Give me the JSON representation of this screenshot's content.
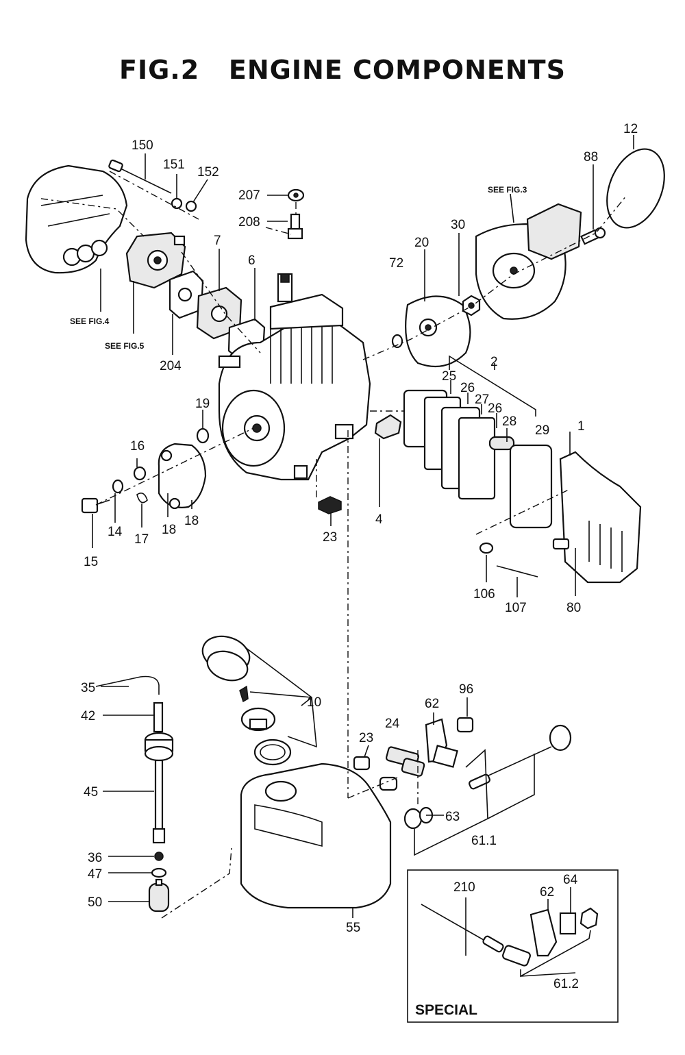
{
  "title": "FIG.2   ENGINE COMPONENTS",
  "refs": {
    "fig3": "SEE FIG.3",
    "fig4": "SEE FIG.4",
    "fig5": "SEE FIG.5"
  },
  "special_label": "SPECIAL",
  "parts": {
    "p12": "12",
    "p88": "88",
    "p150": "150",
    "p151": "151",
    "p152": "152",
    "p207": "207",
    "p208": "208",
    "p7": "7",
    "p6": "6",
    "p30": "30",
    "p20": "20",
    "p72": "72",
    "p204": "204",
    "p2": "2",
    "p25": "25",
    "p26a": "26",
    "p27": "27",
    "p26b": "26",
    "p28": "28",
    "p29": "29",
    "p1": "1",
    "p19": "19",
    "p16": "16",
    "p15": "15",
    "p14": "14",
    "p17": "17",
    "p18a": "18",
    "p18b": "18",
    "p23a": "23",
    "p4": "4",
    "p106": "106",
    "p107": "107",
    "p80": "80",
    "p35": "35",
    "p42": "42",
    "p10": "10",
    "p62a": "62",
    "p96": "96",
    "p24": "24",
    "p23b": "23",
    "p45": "45",
    "p63": "63",
    "p61_1": "61.1",
    "p36": "36",
    "p47": "47",
    "p50": "50",
    "p55": "55",
    "p210": "210",
    "p62b": "62",
    "p64": "64",
    "p61_2": "61.2"
  }
}
